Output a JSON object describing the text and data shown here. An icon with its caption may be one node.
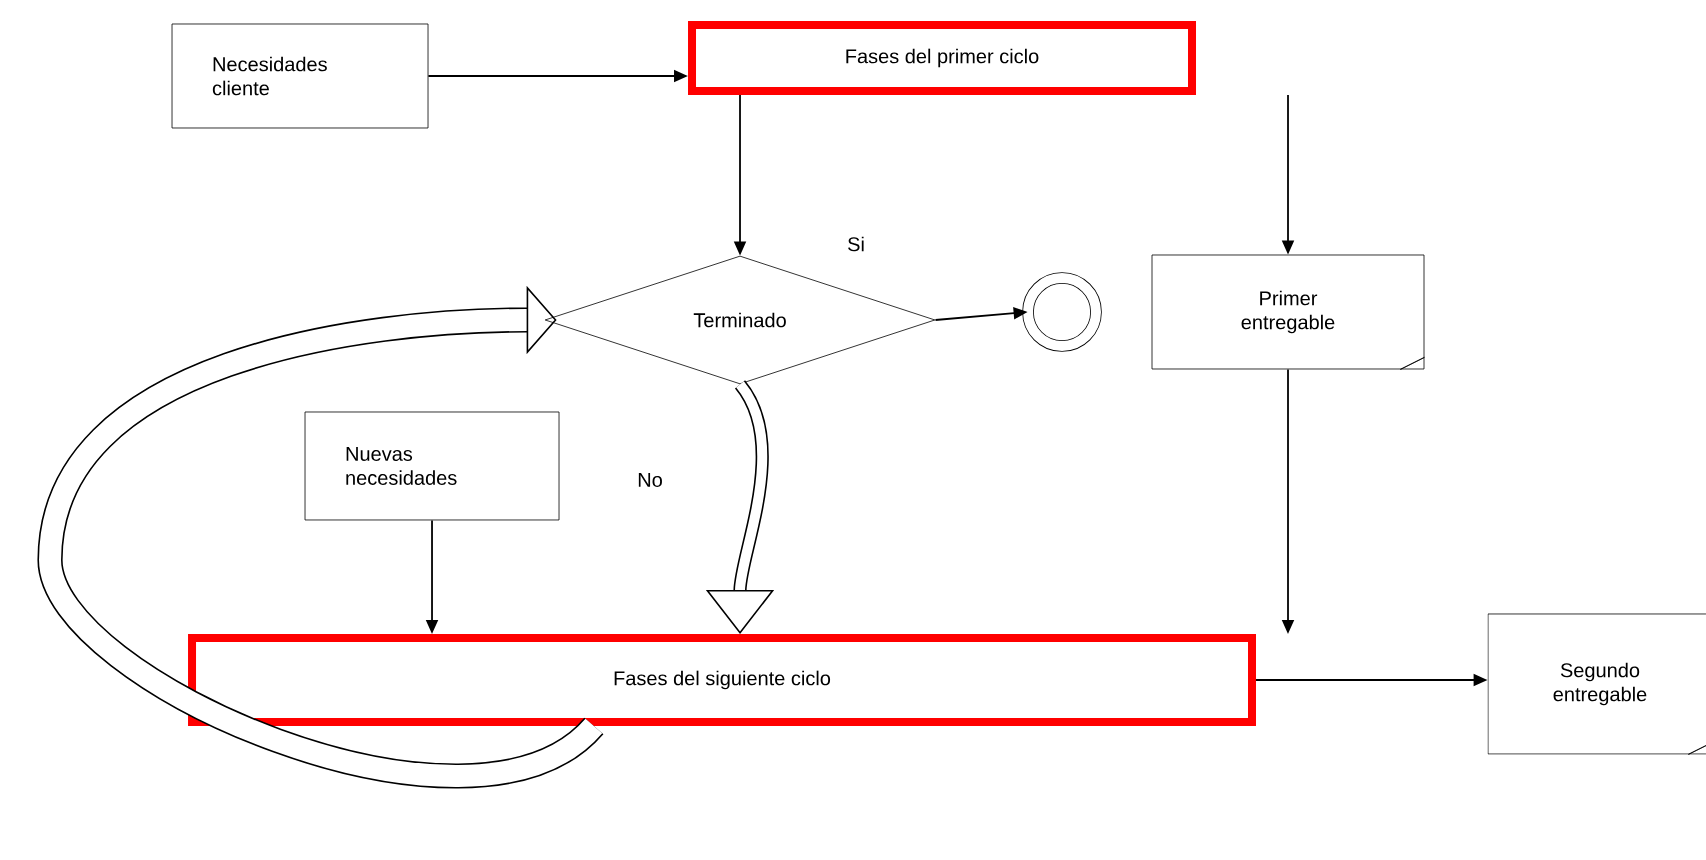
{
  "diagram": {
    "nodes": [
      {
        "text": [
          "Necesidades cliente"
        ]
      },
      {
        "text": [
          "Fases del primer ciclo"
        ]
      },
      {
        "text": [
          "Terminado"
        ]
      },
      {
        "text": [],
        "shape": "circle"
      },
      {
        "text": [
          "Primer entregable"
        ]
      },
      {
        "text": [
          "Nuevas necesidades"
        ]
      },
      {
        "text": [
          "Fases del siguiente ciclo"
        ]
      },
      {
        "text": [
          "Segundo entregable"
        ]
      }
    ],
    "edges": [
      {
        "from": 0,
        "to": 1,
        "arrow": "to"
      },
      {
        "from": 1,
        "to": 2,
        "arrow": "to"
      },
      {
        "from": 2,
        "to": 3,
        "arrow": "to",
        "label": "Si"
      },
      {
        "from": 1,
        "to": 4,
        "arrow": "to"
      },
      {
        "from": 2,
        "to": 6,
        "arrow": "to",
        "label": "No",
        "style": "thick"
      },
      {
        "from": 4,
        "to": 6,
        "arrow": "to"
      },
      {
        "from": 5,
        "to": 6,
        "arrow": "to"
      },
      {
        "from": 6,
        "to": 7,
        "arrow": "to"
      },
      {
        "from": 6,
        "to": 2,
        "arrow": "to",
        "style": "thick"
      }
    ]
  }
}
